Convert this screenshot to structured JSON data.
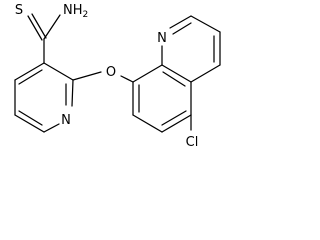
{
  "structure": {
    "labels": {
      "thione_s": "S",
      "amide_n": "NH",
      "amide_n_subscript": "2",
      "pyridine_n": "N",
      "ether_o": "O",
      "quinoline_n": "N",
      "chloro": "Cl"
    },
    "colors": {
      "bond": "#000000",
      "text": "#000000",
      "background": "#ffffff"
    }
  }
}
